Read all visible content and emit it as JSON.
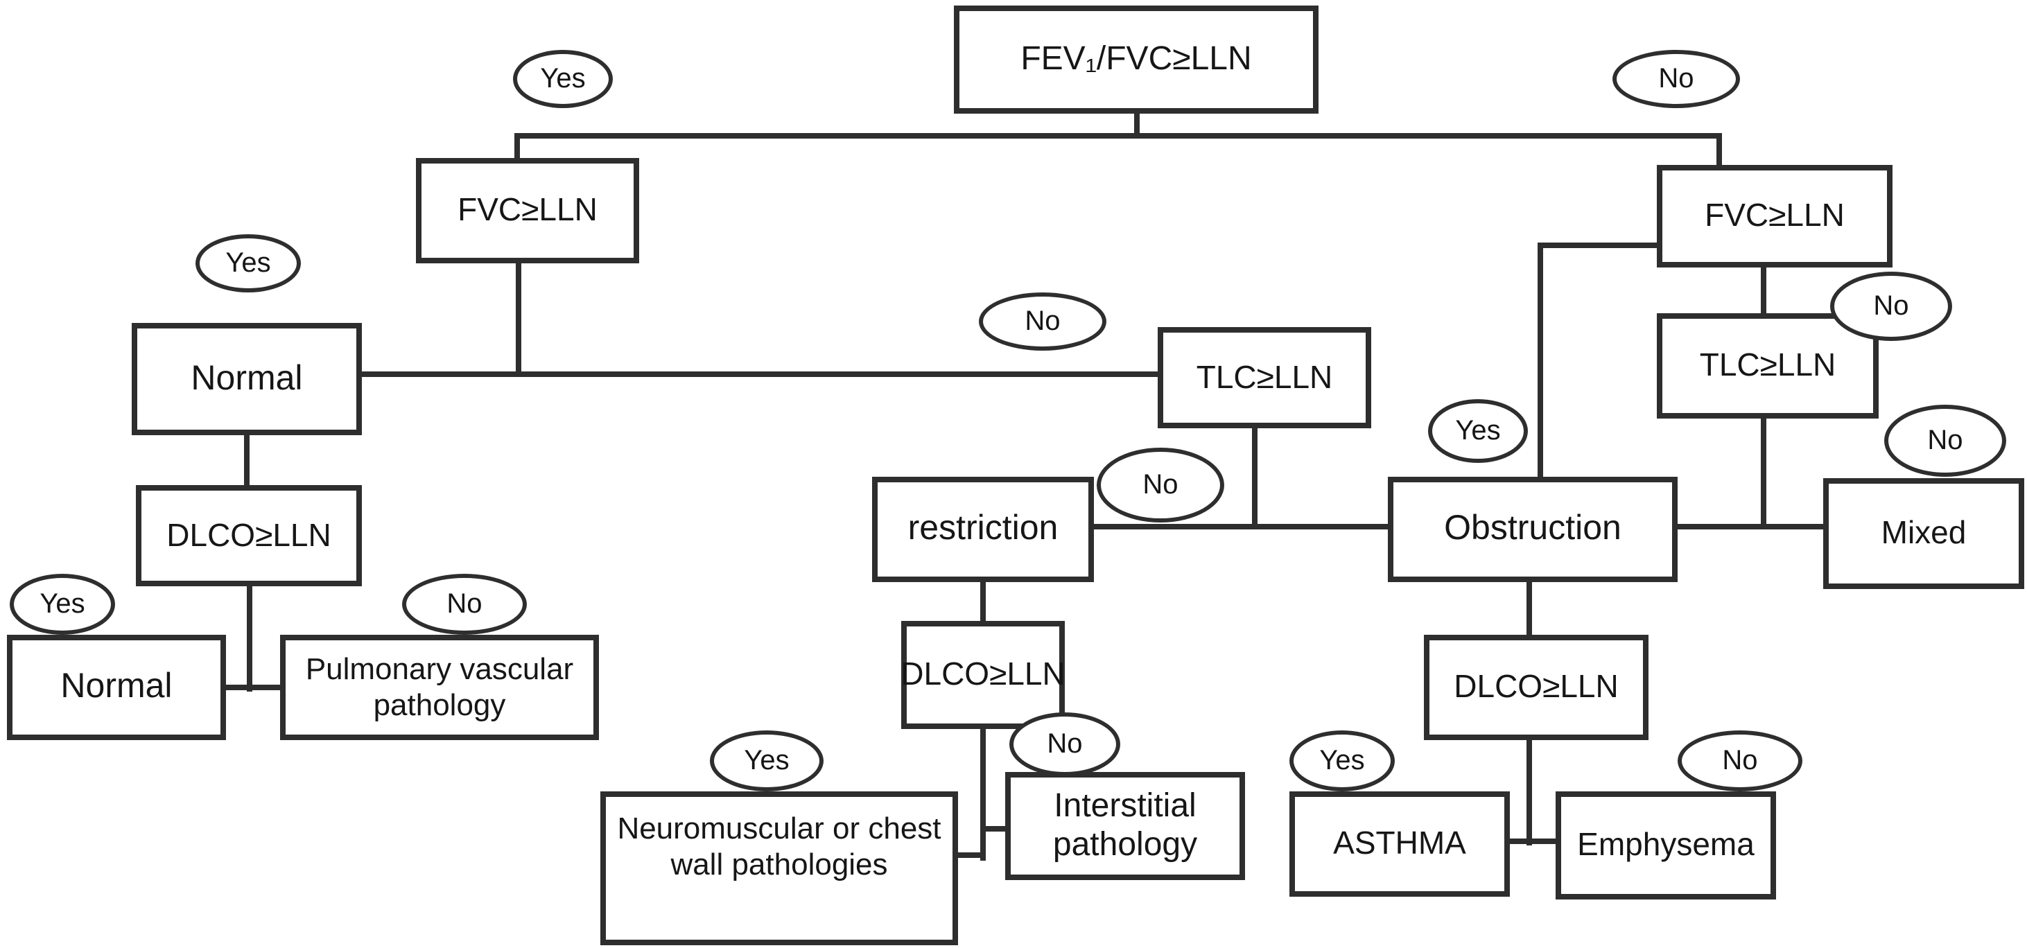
{
  "figure": {
    "type": "decision-flowchart",
    "topic": "Pulmonary function test interpretation algorithm",
    "background_color": "#ffffff",
    "line_color": "#2e2e2e",
    "text_color": "#161616"
  },
  "answers": {
    "yes": "Yes",
    "no": "No"
  },
  "nodes": {
    "fev1_fvc": "FEV₁/FVC≥LLN",
    "fvc_left": "FVC≥LLN",
    "fvc_right": "FVC≥LLN",
    "tlc_mid": "TLC≥LLN",
    "tlc_right": "TLC≥LLN",
    "normal_mid": "Normal",
    "normal_final": "Normal",
    "restriction": "restriction",
    "obstruction": "Obstruction",
    "mixed": "Mixed",
    "dlco_left": "DLCO≥LLN",
    "dlco_mid": "DLCO≥LLN",
    "dlco_right": "DLCO≥LLN",
    "pulm_vasc": "Pulmonary vascular pathology",
    "neuro": "Neuromuscular or chest wall pathologies",
    "interstitial": "Interstitial pathology",
    "asthma": "ASTHMA",
    "emphysema": "Emphysema"
  }
}
